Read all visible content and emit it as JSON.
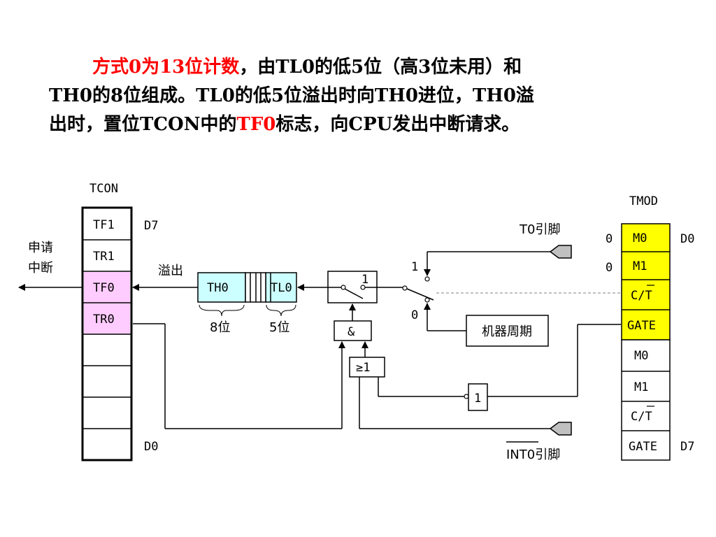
{
  "paragraph": {
    "line1_red": "方式0为13位计数",
    "line1_rest": "，由TL0的低5位（高3位未用）和",
    "line2": "TH0的8位组成。TL0的低5位溢出时向TH0进位，TH0溢",
    "line3_pre": "出时，置位TCON中的",
    "line3_red": "TF0",
    "line3_post": "标志，向CPU发出中断请求。"
  },
  "tcon": {
    "title": "TCON",
    "cells": [
      "TF1",
      "TR1",
      "TF0",
      "TR0",
      "",
      "",
      "",
      ""
    ],
    "d7": "D7",
    "d0": "D0"
  },
  "tmod": {
    "title": "TMOD",
    "cells": [
      "M0",
      "M1",
      "C/T",
      "GATE",
      "M0",
      "M1",
      "C/T",
      "GATE"
    ],
    "d0": "D0",
    "d7": "D7",
    "m0_value": "0",
    "m1_value": "0"
  },
  "labels": {
    "request_interrupt_1": "申请",
    "request_interrupt_2": "中断",
    "overflow": "溢出",
    "th0": "TH0",
    "tl0": "TL0",
    "bits8": "8位",
    "bits5": "5位",
    "switch_one": "1",
    "t0_pin": "T0引脚",
    "mux_one": "1",
    "mux_zero": "0",
    "machine_cycle": "机器周期",
    "and_gate": "&",
    "or_gate": "≥1",
    "not_gate": "1",
    "int0_pin": "INT0引脚"
  },
  "colors": {
    "red_text": "#ff0000",
    "tf0_tr0_highlight": "#ffccff",
    "register_highlight": "#ccffff",
    "tmod_highlight": "#ffff00",
    "pin_fill": "#c0c0c0",
    "dashed_line": "#808080"
  }
}
